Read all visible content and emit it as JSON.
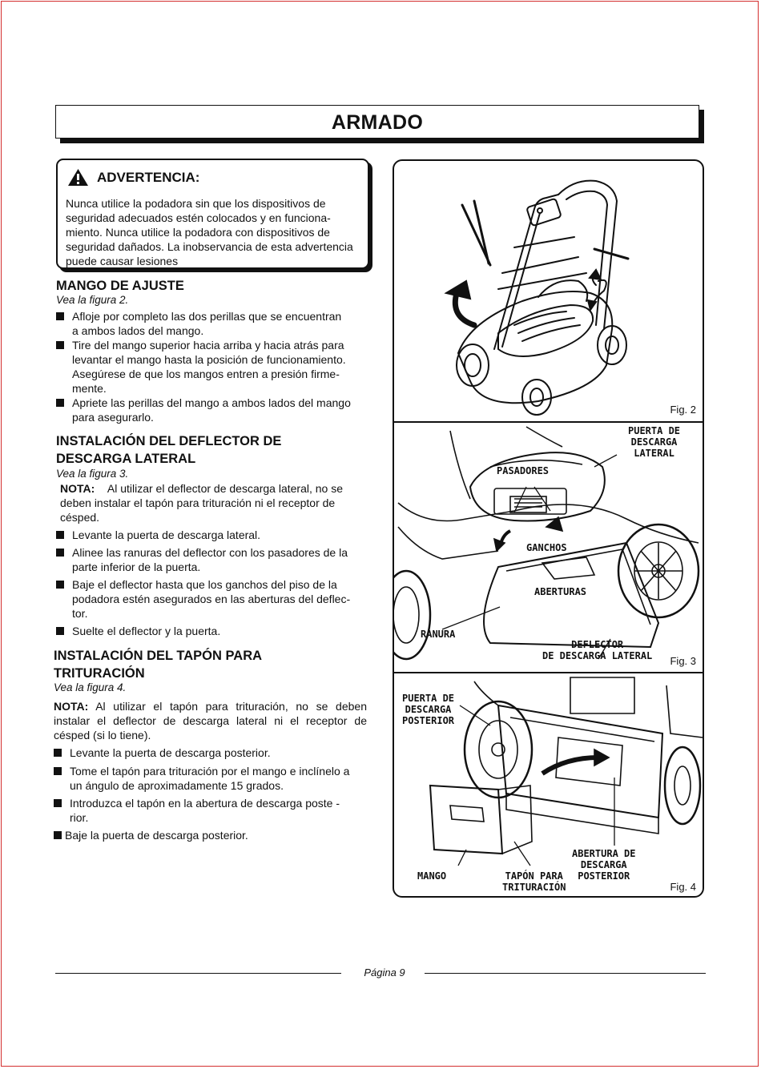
{
  "title": "ARMADO",
  "warning": {
    "heading": "ADVERTENCIA:",
    "lines": [
      "Nunca utilice la podadora sin que los dispositivos de",
      "seguridad adecuados estén colocados y en funciona-",
      "miento. Nunca utilice la podadora con dispositivos de",
      "seguridad dañados. La inobservancia de esta advertencia",
      "puede causar lesiones"
    ]
  },
  "section1": {
    "heading": "MANGO DE AJUSTE",
    "ref": "Vea la figura 2.",
    "bullets": [
      [
        "Afloje por completo las dos perillas que se encuentran",
        "a ambos lados del mango."
      ],
      [
        "Tire del mango superior hacia arriba y hacia atrás para",
        "levantar el mango hasta la posición de funcionamiento.",
        "Asegúrese de que los mangos entren a presión firme-",
        "mente."
      ],
      [
        "Apriete las perillas del mango a ambos lados del mango",
        "para asegurarlo."
      ]
    ]
  },
  "section2": {
    "heading_line1": "INSTALACIÓN DEL DEFLECTOR DE",
    "heading_line2": "DESCARGA LATERAL",
    "ref": "Vea la figura 3.",
    "note_label": "NOTA:",
    "note_lines": [
      "Al utilizar el deflector de descarga lateral, no se",
      "deben instalar el tapón para trituración ni el receptor de",
      "césped."
    ],
    "bullets": [
      [
        "Levante la puerta de descarga lateral."
      ],
      [
        "Alinee las ranuras del deflector con los pasadores de la",
        "parte inferior de la puerta."
      ],
      [
        "Baje el deflector hasta que los ganchos del piso de la",
        "podadora estén asegurados en las aberturas del deflec-",
        "tor."
      ],
      [
        "Suelte el deflector y la puerta."
      ]
    ]
  },
  "section3": {
    "heading_line1": "INSTALACIÓN DEL TAPÓN PARA",
    "heading_line2": "TRITURACIÓN",
    "ref": "Vea la figura 4.",
    "note_label": "NOTA:",
    "note_lines": [
      "Al utilizar el tapón para trituración, no se deben",
      "instalar el deflector de descarga lateral ni el receptor de",
      "césped (si lo tiene)."
    ],
    "bullets": [
      [
        "Levante la puerta de descarga posterior."
      ],
      [
        "Tome el tapón para trituración por el mango e inclínelo a",
        "un ángulo de aproximadamente 15 grados."
      ],
      [
        "Introduzca el tapón en la abertura de descarga poste -",
        "rior."
      ],
      [
        "Baje la puerta de descarga posterior."
      ]
    ]
  },
  "figures": {
    "fig2": {
      "label": "Fig. 2"
    },
    "fig3": {
      "label": "Fig. 3",
      "callouts": {
        "door": [
          "PUERTA DE",
          "DESCARGA",
          "LATERAL"
        ],
        "pins": "PASADORES",
        "hooks": "GANCHOS",
        "openings": "ABERTURAS",
        "slot": "RANURA",
        "deflector": [
          "DEFLECTOR",
          "DE DESCARGA LATERAL"
        ]
      }
    },
    "fig4": {
      "label": "Fig. 4",
      "callouts": {
        "door": [
          "PUERTA DE",
          "DESCARGA",
          "POSTERIOR"
        ],
        "handle": "MANGO",
        "plug": [
          "TAPÓN PARA",
          "TRITURACIÓN"
        ],
        "opening": [
          "ABERTURA DE",
          "DESCARGA",
          "POSTERIOR"
        ]
      }
    }
  },
  "footer": {
    "page": "Página 9"
  },
  "colors": {
    "border": "#d32f2f",
    "ink": "#111111"
  }
}
